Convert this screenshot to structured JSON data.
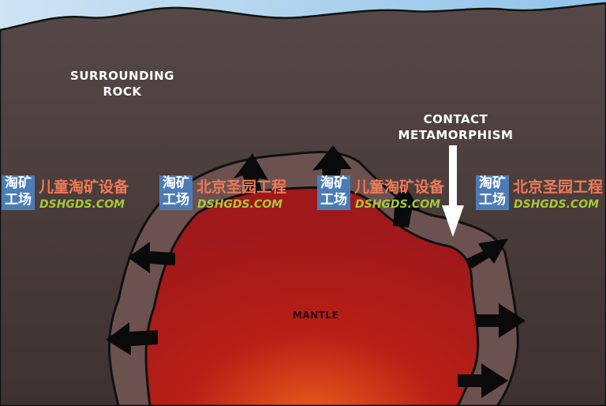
{
  "labels": {
    "surrounding_rock": [
      "SURROUNDING",
      "ROCK"
    ],
    "contact_metamorphism": [
      "CONTACT",
      "METAMORPHISM"
    ],
    "mantle": "MANTLE"
  },
  "watermarks": [
    {
      "box": [
        "淘矿",
        "工场"
      ],
      "text": "儿童淘矿设备",
      "url": "DSHGDS.COM"
    },
    {
      "box": [
        "淘矿",
        "工场"
      ],
      "text": "北京圣园工程",
      "url": "DSHGDS.COM"
    },
    {
      "box": [
        "淘矿",
        "工场"
      ],
      "text": "儿童淘矿设备",
      "url": "DSHGDS.COM"
    },
    {
      "box": [
        "淘矿",
        "工场"
      ],
      "text": "北京圣园工程",
      "url": "DSHGDS.COM"
    }
  ],
  "colors": {
    "sky": "#9cc9ea",
    "rock": "#4a3e3c",
    "mantle_core": "#e0581e",
    "mantle_edge": "#a81a14",
    "aureole": "#6b5250",
    "watermark_box": "#4b7cb6",
    "watermark_text": "#f07a55",
    "watermark_url": "#a6c838"
  }
}
